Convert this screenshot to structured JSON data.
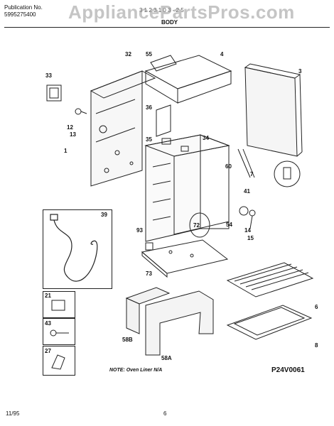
{
  "header": {
    "publication_label": "Publication No.",
    "publication_number": "5995275400",
    "model_partial": "3 1 2 3 1 0 3 - 2 5",
    "section_title": "BODY"
  },
  "watermark": "AppliancePartsPros.com",
  "callouts": {
    "c1": "1",
    "c3": "3",
    "c4": "4",
    "c6": "6",
    "c7": "7",
    "c8": "8",
    "c12": "12",
    "c13": "13",
    "c14": "14",
    "c15": "15",
    "c21": "21",
    "c27": "27",
    "c32": "32",
    "c33": "33",
    "c34": "34",
    "c35": "35",
    "c36": "36",
    "c39": "39",
    "c41": "41",
    "c43": "43",
    "c54": "54",
    "c55": "55",
    "c58a": "58A",
    "c58b": "58B",
    "c60": "60",
    "c72": "72",
    "c73": "73",
    "c93": "93"
  },
  "note": "NOTE: Oven Liner N/A",
  "diagram_code": "P24V0061",
  "footer": {
    "date": "11/95",
    "page": "6"
  }
}
